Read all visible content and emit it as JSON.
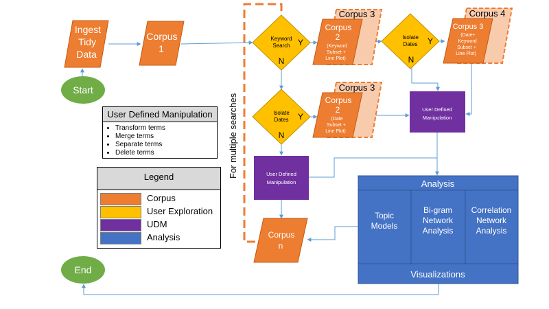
{
  "nodes": {
    "ingest": [
      "Ingest",
      "Tidy",
      "Data"
    ],
    "start": "Start",
    "end": "End",
    "corpus1": [
      "Corpus",
      "1"
    ],
    "keyword_search": [
      "Keyword",
      "Search"
    ],
    "isolate_dates_top": [
      "Isolate",
      "Dates"
    ],
    "isolate_dates_mid": [
      "Isolate",
      "Dates"
    ],
    "corpus2_keyword": {
      "title": "Corpus",
      "number": "2",
      "sub": [
        "(Keyword",
        "Subset +",
        "Line Plot)"
      ],
      "tab": "Corpus 3"
    },
    "corpus3_date": {
      "title": "Corpus 3",
      "sub": [
        "(Date+",
        "Keyword",
        "Subset +",
        "Line Plot)"
      ],
      "tab": "Corpus 4"
    },
    "corpus2_date": {
      "title": "Corpus",
      "number": "2",
      "sub": [
        "(Date",
        "Subset +",
        "Line Plot)"
      ],
      "tab": "Corpus 3"
    },
    "udm_right": [
      "User Defined",
      "Manipulation"
    ],
    "udm_left": [
      "User Defined",
      "Manipulation"
    ],
    "corpus_n": [
      "Corpus",
      "n"
    ],
    "loop_label": "For multiple searches",
    "yes": "Y",
    "no": "N"
  },
  "analysis": {
    "header": "Analysis",
    "cols": [
      [
        "Topic",
        "Models"
      ],
      [
        "Bi-gram",
        "Network",
        "Analysis"
      ],
      [
        "Correlation",
        "Network",
        "Analysis"
      ]
    ],
    "footer": "Visualizations"
  },
  "udm_box": {
    "title": "User Defined Manipulation",
    "items": [
      "Transform terms",
      "Merge terms",
      "Separate terms",
      "Delete terms"
    ]
  },
  "legend": {
    "title": "Legend",
    "items": [
      {
        "label": "Corpus",
        "color": "#ed7d31"
      },
      {
        "label": "User Exploration",
        "color": "#ffc000"
      },
      {
        "label": "UDM",
        "color": "#7030a0"
      },
      {
        "label": "Analysis",
        "color": "#4472c4"
      }
    ]
  },
  "colors": {
    "corpus": "#ed7d31",
    "corpus_border": "#c55a11",
    "exploration": "#ffc000",
    "exploration_border": "#bf9000",
    "udm": "#7030a0",
    "analysis": "#4472c4",
    "analysis_border": "#2f5597",
    "start_end": "#70ad47",
    "connector": "#5b9bd5"
  }
}
